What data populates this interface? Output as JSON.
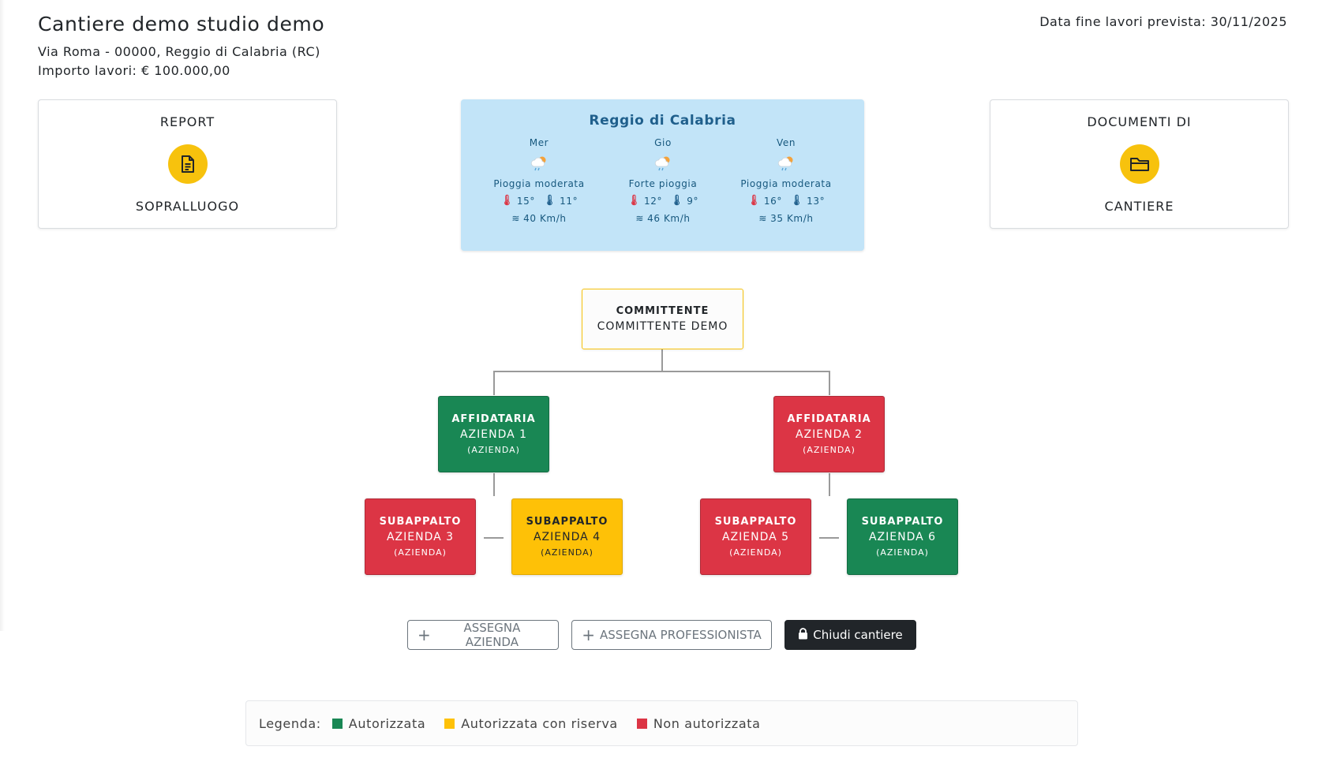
{
  "header": {
    "title": "Cantiere demo studio demo",
    "address": "Via Roma - 00000, Reggio di Calabria (RC)",
    "amount": "Importo lavori: € 100.000,00",
    "end_date": "Data fine lavori prevista: 30/11/2025"
  },
  "cards": {
    "report": {
      "top": "REPORT",
      "bottom": "SOPRALLUOGO",
      "icon": "file-text-icon"
    },
    "docs": {
      "top": "DOCUMENTI DI",
      "bottom": "CANTIERE",
      "icon": "folder-icon"
    }
  },
  "weather": {
    "city": "Reggio di Calabria",
    "days": [
      {
        "name": "Mer",
        "condition": "Pioggia moderata",
        "max": "15°",
        "min": "11°",
        "wind": "40 Km/h"
      },
      {
        "name": "Gio",
        "condition": "Forte pioggia",
        "max": "12°",
        "min": "9°",
        "wind": "46 Km/h"
      },
      {
        "name": "Ven",
        "condition": "Pioggia moderata",
        "max": "16°",
        "min": "13°",
        "wind": "35 Km/h"
      }
    ]
  },
  "org": {
    "committente": {
      "role": "COMMITTENTE",
      "name": "COMMITTENTE DEMO"
    },
    "affidataria_1": {
      "role": "AFFIDATARIA",
      "name": "AZIENDA 1",
      "type": "(AZIENDA)",
      "status_color": "#198754"
    },
    "affidataria_2": {
      "role": "AFFIDATARIA",
      "name": "AZIENDA 2",
      "type": "(AZIENDA)",
      "status_color": "#dc3545"
    },
    "sub_3": {
      "role": "SUBAPPALTO",
      "name": "AZIENDA 3",
      "type": "(AZIENDA)",
      "status_color": "#dc3545"
    },
    "sub_4": {
      "role": "SUBAPPALTO",
      "name": "AZIENDA 4",
      "type": "(AZIENDA)",
      "status_color": "#fec107"
    },
    "sub_5": {
      "role": "SUBAPPALTO",
      "name": "AZIENDA 5",
      "type": "(AZIENDA)",
      "status_color": "#dc3545"
    },
    "sub_6": {
      "role": "SUBAPPALTO",
      "name": "AZIENDA 6",
      "type": "(AZIENDA)",
      "status_color": "#198754"
    }
  },
  "actions": {
    "assign_company": "ASSEGNA AZIENDA",
    "assign_professional": "ASSEGNA PROFESSIONISTA",
    "close_site": "Chiudi cantiere"
  },
  "legend": {
    "label": "Legenda:",
    "items": [
      {
        "label": "Autorizzata",
        "color": "#198754"
      },
      {
        "label": "Autorizzata con riserva",
        "color": "#fec107"
      },
      {
        "label": "Non autorizzata",
        "color": "#dc3545"
      }
    ]
  },
  "colors": {
    "accent_yellow": "#f7c20d",
    "weather_bg": "#c2e4f8",
    "dark_button": "#212529"
  }
}
